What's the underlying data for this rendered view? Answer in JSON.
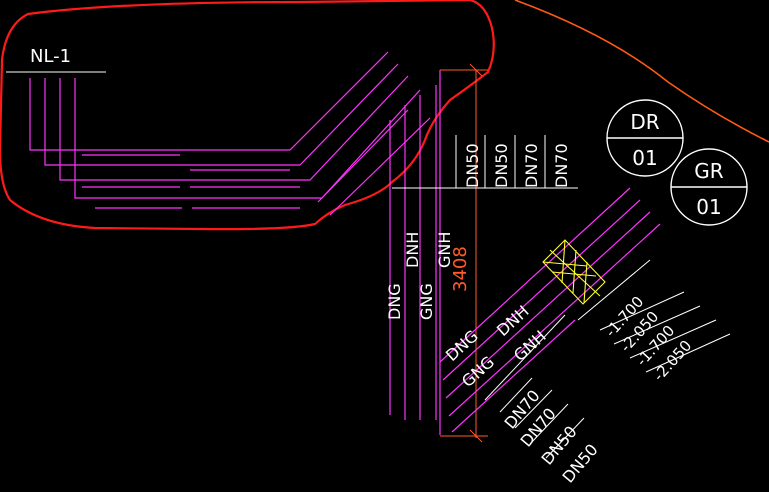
{
  "drawing": {
    "colors": {
      "background": "#000000",
      "pipe": "#ff33ff",
      "markup": "#ff1a1a",
      "boundary": "#ff5a14",
      "text": "#ffffff",
      "dimension": "#ff5a2a",
      "valve": "#ffff33"
    },
    "label_nl": "NL-1",
    "vertical_pipe_labels": [
      "DNG",
      "GNG",
      "DNH",
      "GNH"
    ],
    "dimension_value": "3408",
    "upper_sizes": [
      "DN50",
      "DN50",
      "DN70",
      "DN70"
    ],
    "diagonal_pipe_labels": [
      "DNG",
      "GNG",
      "DNH",
      "GNH"
    ],
    "lower_sizes": [
      "DN70",
      "DN70",
      "DN50",
      "DN50"
    ],
    "elevations": [
      "-1.700",
      "-2.050",
      "-1.700",
      "-2.050"
    ],
    "callout_dr": {
      "top": "DR",
      "bottom": "01"
    },
    "callout_gr": {
      "top": "GR",
      "bottom": "01"
    }
  }
}
